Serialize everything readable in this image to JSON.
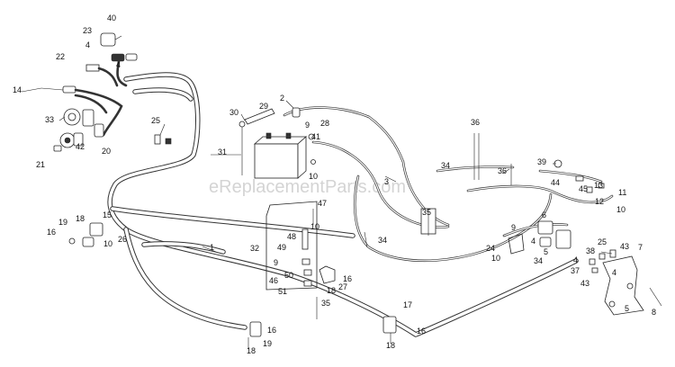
{
  "watermark": "eReplacementParts.com",
  "callouts": [
    {
      "id": "c40",
      "label": "40"
    },
    {
      "id": "c23",
      "label": "23"
    },
    {
      "id": "c4a",
      "label": "4"
    },
    {
      "id": "c4b",
      "label": "4"
    },
    {
      "id": "c22",
      "label": "22"
    },
    {
      "id": "c14",
      "label": "14"
    },
    {
      "id": "c33",
      "label": "33"
    },
    {
      "id": "c42",
      "label": "42"
    },
    {
      "id": "c20",
      "label": "20"
    },
    {
      "id": "c21",
      "label": "21"
    },
    {
      "id": "c25a",
      "label": "25"
    },
    {
      "id": "c30",
      "label": "30"
    },
    {
      "id": "c29",
      "label": "29"
    },
    {
      "id": "c2",
      "label": "2"
    },
    {
      "id": "c9a",
      "label": "9"
    },
    {
      "id": "c28",
      "label": "28"
    },
    {
      "id": "c41",
      "label": "41"
    },
    {
      "id": "c31",
      "label": "31"
    },
    {
      "id": "c10a",
      "label": "10"
    },
    {
      "id": "c3",
      "label": "3"
    },
    {
      "id": "c36a",
      "label": "36"
    },
    {
      "id": "c34a",
      "label": "34"
    },
    {
      "id": "c36b",
      "label": "36"
    },
    {
      "id": "c39",
      "label": "39"
    },
    {
      "id": "c44",
      "label": "44"
    },
    {
      "id": "c45",
      "label": "45"
    },
    {
      "id": "c13",
      "label": "13"
    },
    {
      "id": "c11",
      "label": "11"
    },
    {
      "id": "c12",
      "label": "12"
    },
    {
      "id": "c10b",
      "label": "10"
    },
    {
      "id": "c47",
      "label": "47"
    },
    {
      "id": "c35a",
      "label": "35"
    },
    {
      "id": "c6",
      "label": "6"
    },
    {
      "id": "c9b",
      "label": "9"
    },
    {
      "id": "c4c",
      "label": "4"
    },
    {
      "id": "c5a",
      "label": "5"
    },
    {
      "id": "c24",
      "label": "24"
    },
    {
      "id": "c10c",
      "label": "10"
    },
    {
      "id": "c34b",
      "label": "34"
    },
    {
      "id": "c34c",
      "label": "34"
    },
    {
      "id": "c19a",
      "label": "19"
    },
    {
      "id": "c18a",
      "label": "18"
    },
    {
      "id": "c15",
      "label": "15"
    },
    {
      "id": "c16a",
      "label": "16"
    },
    {
      "id": "c10d",
      "label": "10"
    },
    {
      "id": "c26",
      "label": "26"
    },
    {
      "id": "c48",
      "label": "48"
    },
    {
      "id": "c10e",
      "label": "10"
    },
    {
      "id": "c32",
      "label": "32"
    },
    {
      "id": "c49",
      "label": "49"
    },
    {
      "id": "c9c",
      "label": "9"
    },
    {
      "id": "c50",
      "label": "50"
    },
    {
      "id": "c46",
      "label": "46"
    },
    {
      "id": "c51",
      "label": "51"
    },
    {
      "id": "c16b",
      "label": "16"
    },
    {
      "id": "c27",
      "label": "27"
    },
    {
      "id": "c18b",
      "label": "18"
    },
    {
      "id": "c35b",
      "label": "35"
    },
    {
      "id": "c1",
      "label": "1"
    },
    {
      "id": "c38",
      "label": "38"
    },
    {
      "id": "c25b",
      "label": "25"
    },
    {
      "id": "c43a",
      "label": "43"
    },
    {
      "id": "c7",
      "label": "7"
    },
    {
      "id": "c4d",
      "label": "4"
    },
    {
      "id": "c37",
      "label": "37"
    },
    {
      "id": "c4e",
      "label": "4"
    },
    {
      "id": "c43b",
      "label": "43"
    },
    {
      "id": "c5b",
      "label": "5"
    },
    {
      "id": "c8",
      "label": "8"
    },
    {
      "id": "c17",
      "label": "17"
    },
    {
      "id": "c16c",
      "label": "16"
    },
    {
      "id": "c18c",
      "label": "18"
    },
    {
      "id": "c16d",
      "label": "16"
    },
    {
      "id": "c19b",
      "label": "19"
    },
    {
      "id": "c18d",
      "label": "18"
    }
  ]
}
